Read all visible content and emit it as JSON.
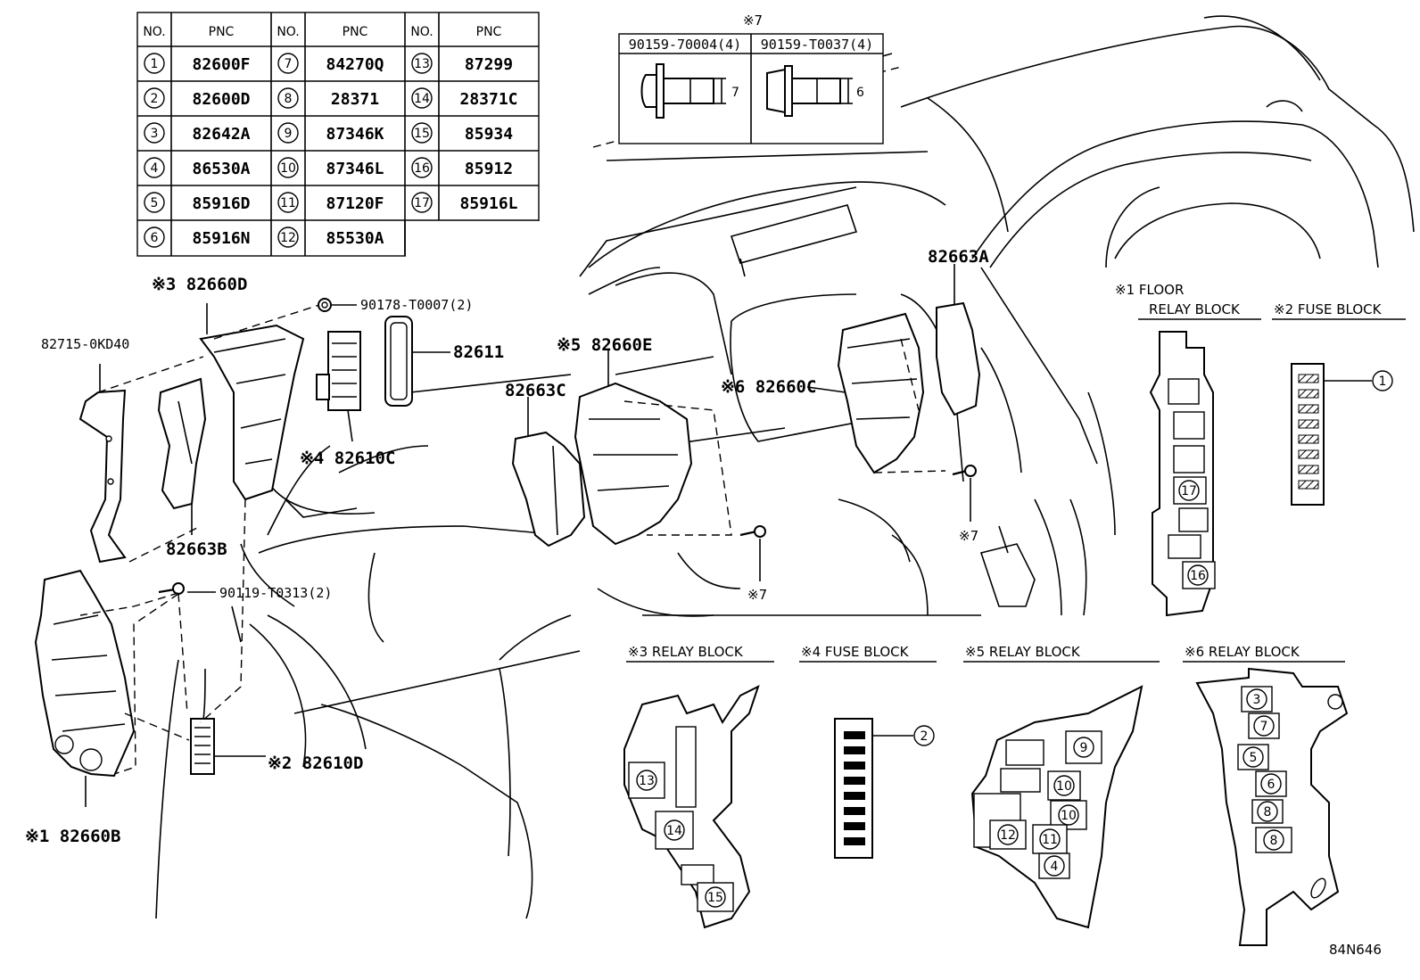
{
  "pnc_table": {
    "headers": [
      "NO.",
      "PNC",
      "NO.",
      "PNC",
      "NO.",
      "PNC"
    ],
    "rows": [
      [
        {
          "no": "1",
          "pnc": "82600F"
        },
        {
          "no": "7",
          "pnc": "84270Q"
        },
        {
          "no": "13",
          "pnc": "87299"
        }
      ],
      [
        {
          "no": "2",
          "pnc": "82600D"
        },
        {
          "no": "8",
          "pnc": "28371"
        },
        {
          "no": "14",
          "pnc": "28371C"
        }
      ],
      [
        {
          "no": "3",
          "pnc": "82642A"
        },
        {
          "no": "9",
          "pnc": "87346K"
        },
        {
          "no": "15",
          "pnc": "85934"
        }
      ],
      [
        {
          "no": "4",
          "pnc": "86530A"
        },
        {
          "no": "10",
          "pnc": "87346L"
        },
        {
          "no": "16",
          "pnc": "85912"
        }
      ],
      [
        {
          "no": "5",
          "pnc": "85916D"
        },
        {
          "no": "11",
          "pnc": "87120F"
        },
        {
          "no": "17",
          "pnc": "85916L"
        }
      ],
      [
        {
          "no": "6",
          "pnc": "85916N"
        },
        {
          "no": "12",
          "pnc": "85530A"
        },
        null
      ]
    ]
  },
  "bolt_table": {
    "marker": "※7",
    "col1": "90159-70004(4)",
    "col2": "90159-T0037(4)",
    "dim1": "7",
    "dim2": "6"
  },
  "callouts": {
    "p82715": "82715-0KD40",
    "p82660D": "※3 82660D",
    "p90178": "90178-T0007(2)",
    "p82611": "82611",
    "p82610C": "※4 82610C",
    "p82663B": "82663B",
    "p90119": "90119-T0313(2)",
    "p82660B": "※1 82660B",
    "p82610D": "※2 82610D",
    "p82663C": "82663C",
    "p82660E": "※5 82660E",
    "p82660C": "※6 82660C",
    "p82663A": "82663A",
    "screw_a": "※7",
    "screw_b": "※7"
  },
  "block_titles": {
    "floor_1": "※1 FLOOR",
    "floor_2": "RELAY BLOCK",
    "fuse2": "※2 FUSE BLOCK",
    "relay3": "※3 RELAY BLOCK",
    "fuse4": "※4 FUSE BLOCK",
    "relay5": "※5 RELAY BLOCK",
    "relay6": "※6 RELAY BLOCK"
  },
  "block_numbers": {
    "floor": [
      "17",
      "16"
    ],
    "fuse2": [
      "1"
    ],
    "relay3": [
      "13",
      "14",
      "15"
    ],
    "fuse4": [
      "2"
    ],
    "relay5": [
      "9",
      "10",
      "10",
      "12",
      "11",
      "4"
    ],
    "relay6": [
      "3",
      "7",
      "5",
      "6",
      "8",
      "8"
    ]
  },
  "diagram_code": "84N646"
}
